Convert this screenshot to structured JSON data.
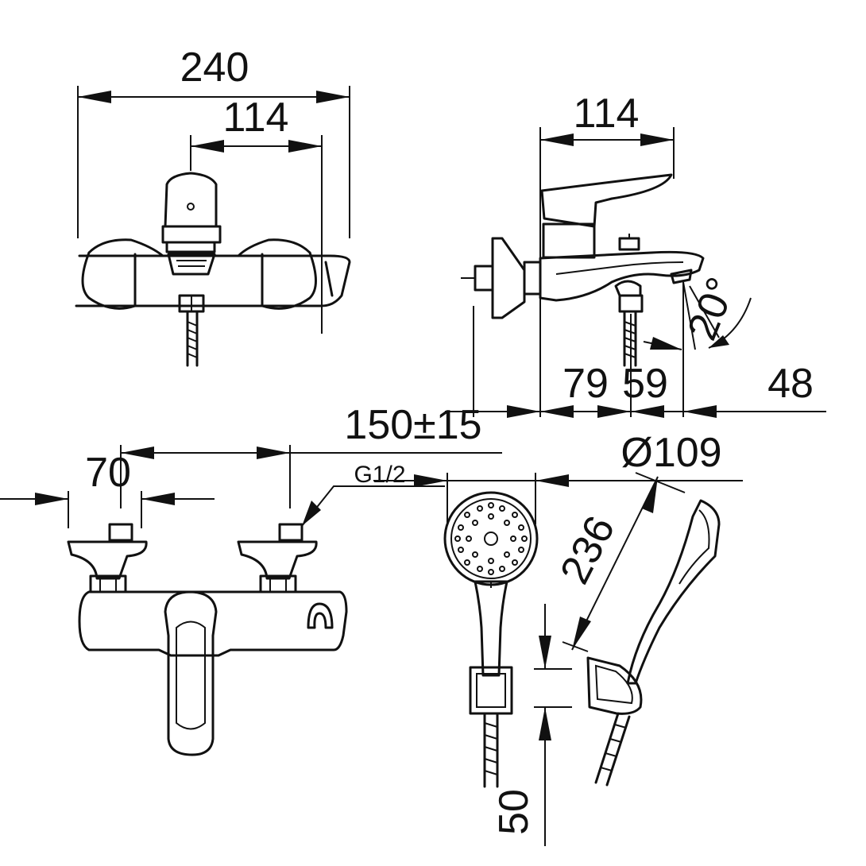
{
  "dimensions": {
    "front_total_width": "240",
    "front_spout_width": "114",
    "side_handle_length": "114",
    "side_spout_79": "79",
    "side_spout_59": "59",
    "side_spout_48": "48",
    "center_distance": "150±15",
    "inlet_spacing": "70",
    "thread": "G1/2",
    "head_diameter": "Ø109",
    "handshower_length": "236",
    "angle": "20°",
    "holder_height": "50"
  }
}
